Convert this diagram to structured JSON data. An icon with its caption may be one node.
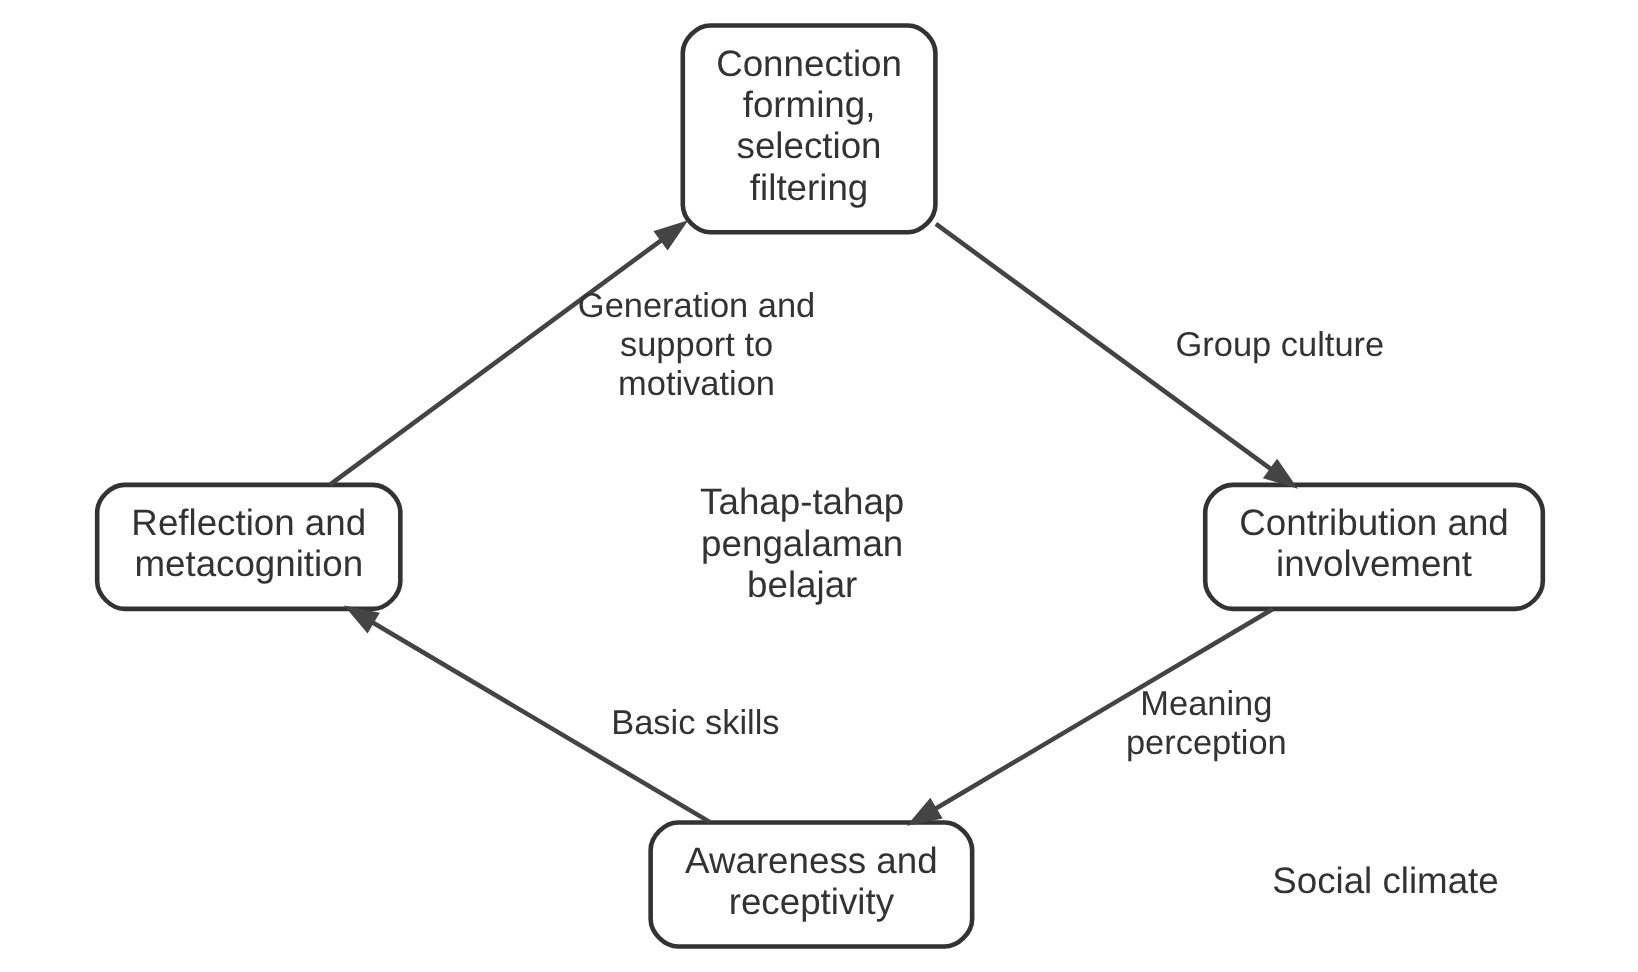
{
  "diagram": {
    "nodes": [
      {
        "text": [
          "Connection forming, selection filtering"
        ]
      },
      {
        "text": [
          "Contribution and involvement"
        ]
      },
      {
        "text": [
          "Awareness and receptivity"
        ]
      },
      {
        "text": [
          "Reflection and metacognition"
        ]
      }
    ],
    "edges": [
      {
        "from": 3,
        "to": 0,
        "arrow": "to",
        "label": "Generation and support to motivation"
      },
      {
        "from": 0,
        "to": 1,
        "arrow": "to",
        "label": "Group culture"
      },
      {
        "from": 1,
        "to": 2,
        "arrow": "to",
        "label": "Meaning perception"
      },
      {
        "from": 2,
        "to": 3,
        "arrow": "to",
        "label": "Basic skills"
      }
    ],
    "labels": [
      "Tahap-tahap pengalaman belajar",
      "Social climate"
    ]
  }
}
